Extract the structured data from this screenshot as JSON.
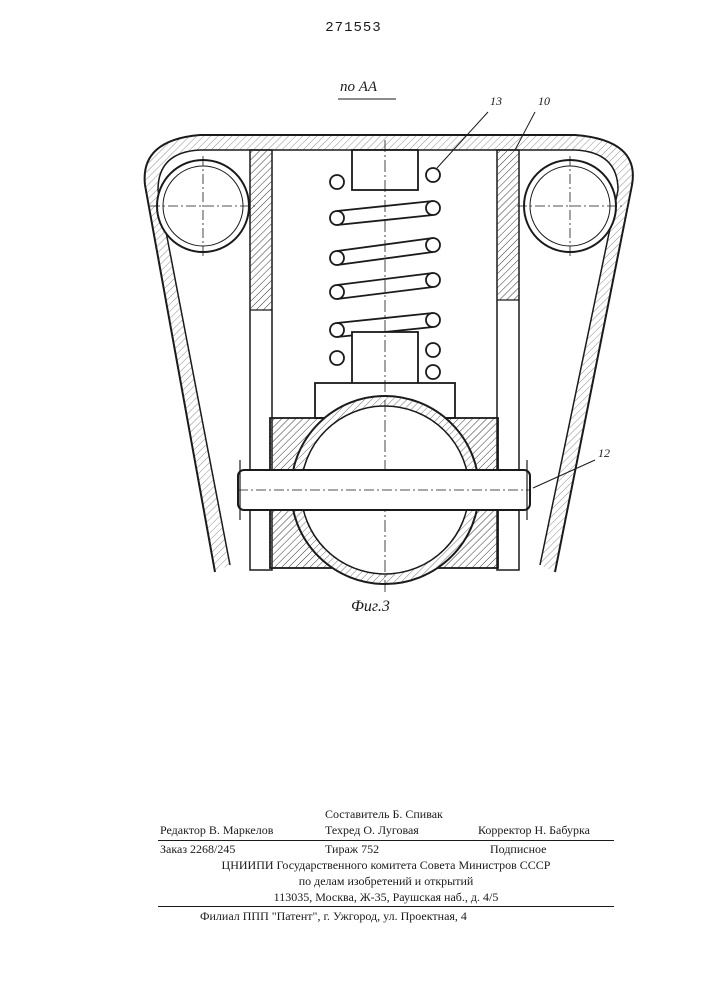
{
  "header": {
    "patent_number": "271553"
  },
  "figure": {
    "view_label": "по АА",
    "callouts": [
      "13",
      "10",
      "12"
    ],
    "caption": "Фиг.3"
  },
  "imprint": {
    "compiler": "Составитель Б. Спивак",
    "editor": "Редактор В. Маркелов",
    "tech_editor": "Техред О. Луговая",
    "proofreader": "Корректор Н. Бабурка",
    "order": "Заказ 2268/245",
    "print_run": "Тираж 752",
    "subscription": "Подписное",
    "institute_line1": "ЦНИИПИ Государственного комитета Совета Министров СССР",
    "institute_line2": "по делам изобретений и открытий",
    "institute_address": "113035, Москва, Ж-35, Раушская наб., д. 4/5",
    "branch": "Филиал ППП \"Патент\", г. Ужгород, ул. Проектная, 4"
  }
}
